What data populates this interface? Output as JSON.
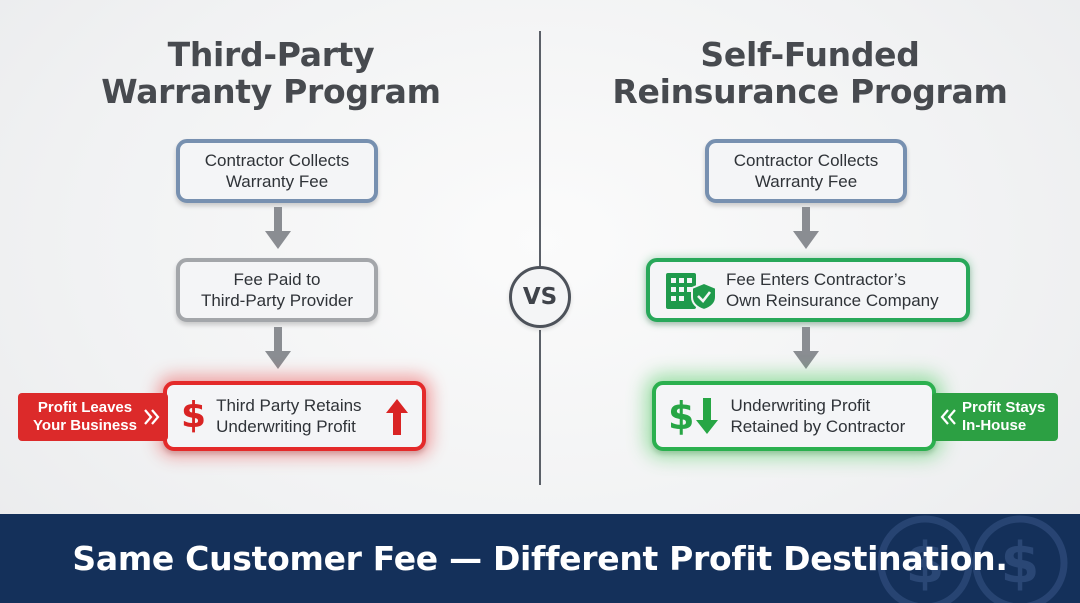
{
  "left": {
    "title": [
      "Third-Party",
      "Warranty Program"
    ],
    "step1": [
      "Contractor Collects",
      "Warranty Fee"
    ],
    "step2": [
      "Fee Paid to",
      "Third-Party Provider"
    ],
    "step3": [
      "Third Party Retains",
      "Underwriting Profit"
    ],
    "tag": [
      "Profit Leaves",
      "Your Business"
    ],
    "icon": "dollar-icon",
    "accent": "#e42a2a"
  },
  "right": {
    "title": [
      "Self-Funded",
      "Reinsurance Program"
    ],
    "step1": [
      "Contractor Collects",
      "Warranty Fee"
    ],
    "step2": [
      "Fee Enters Contractor’s",
      "Own Reinsurance Company"
    ],
    "step3": [
      "Underwriting Profit",
      "Retained by Contractor"
    ],
    "tag": [
      "Profit Stays",
      "In-House"
    ],
    "icon": "building-shield-icon",
    "accent": "#28a85a"
  },
  "vs_label": "VS",
  "footer": "Same Customer Fee — Different Profit Destination.",
  "colors": {
    "blue_border": "#7790b0",
    "gray_border": "#a3a6aa",
    "red": "#e42a2a",
    "green": "#28a85a",
    "footer_bg": "#14305a"
  }
}
